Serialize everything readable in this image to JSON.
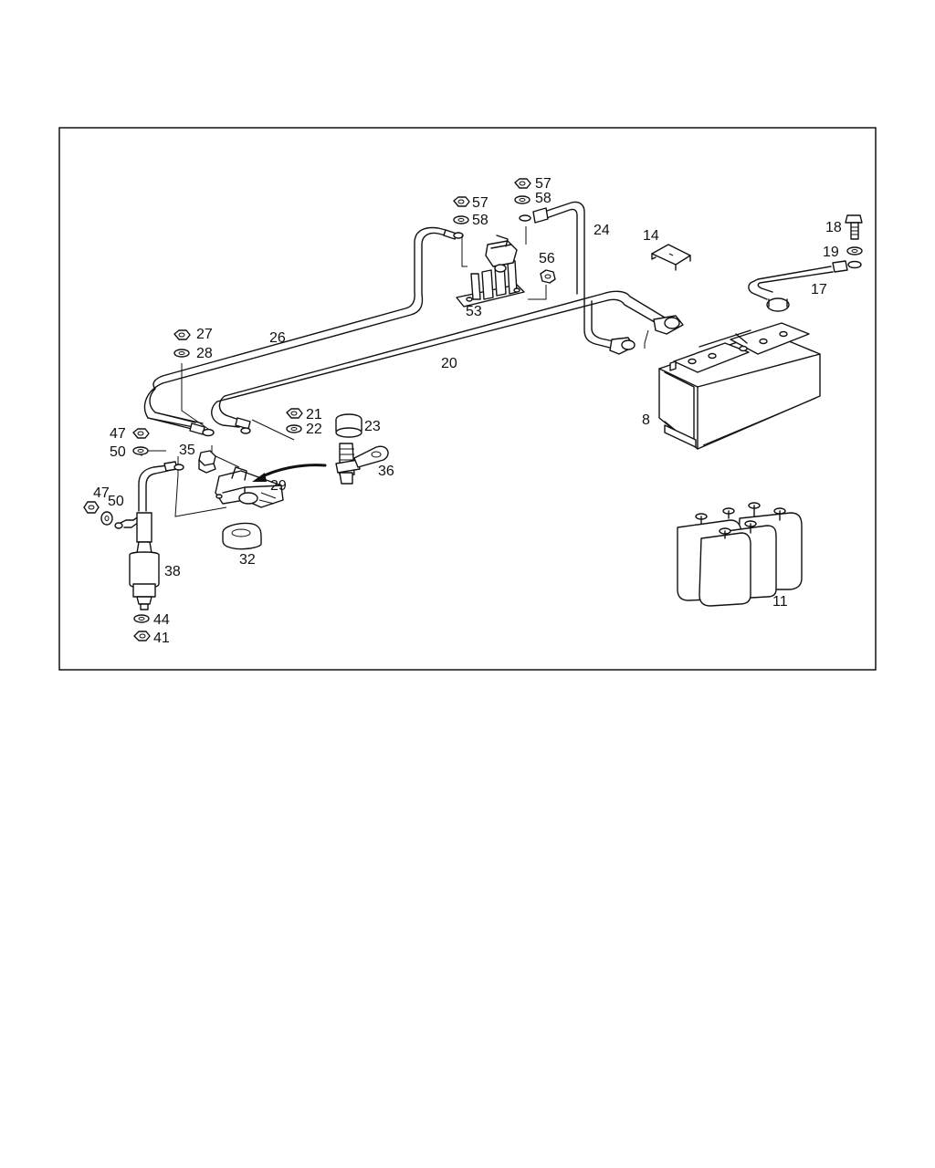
{
  "diagram": {
    "callouts": {
      "c57a": "57",
      "c58a": "58",
      "c57b": "57",
      "c58b": "58",
      "c24": "24",
      "c14": "14",
      "c18": "18",
      "c19": "19",
      "c17": "17",
      "c56": "56",
      "c53": "53",
      "c26": "26",
      "c27": "27",
      "c28": "28",
      "c20": "20",
      "c8": "8",
      "c21": "21",
      "c22": "22",
      "c23": "23",
      "c47a": "47",
      "c50a": "50",
      "c35": "35",
      "c36": "36",
      "c29": "29",
      "c47b": "47",
      "c50b": "50",
      "c32": "32",
      "c38": "38",
      "c11": "11",
      "c44": "44",
      "c41": "41"
    }
  }
}
